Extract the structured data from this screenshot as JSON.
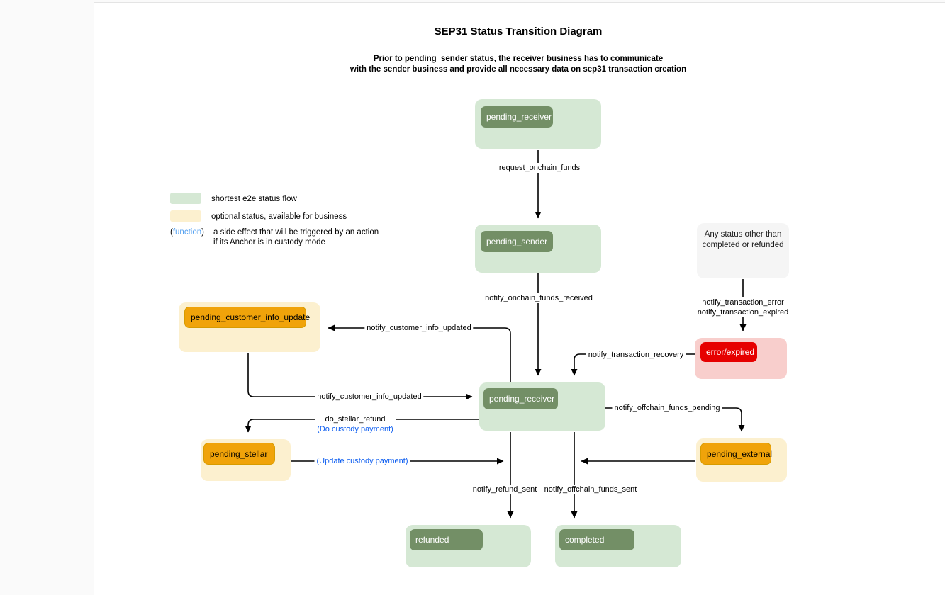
{
  "title": "SEP31 Status Transition Diagram",
  "subtitle": {
    "line1": "Prior to pending_sender status, the receiver business has to communicate",
    "line2": "with the sender business and provide all necessary data on sep31 transaction creation"
  },
  "legend": {
    "shortest_flow_label": "shortest e2e status flow",
    "optional_status_label": "optional status, available for business",
    "paren_open": "(",
    "function_word": "function",
    "paren_close": ")",
    "function_desc_line1": "a side effect that will be triggered by an action",
    "function_desc_line2": "if its Anchor is in custody mode"
  },
  "nodes": {
    "pending_receiver_top": {
      "label": "pending_receiver"
    },
    "pending_sender": {
      "label": "pending_sender"
    },
    "any_status_note": {
      "line1": "Any status other than",
      "line2": "completed or refunded"
    },
    "error_expired": {
      "label": "error/expired"
    },
    "pending_receiver_mid": {
      "label": "pending_receiver"
    },
    "pending_customer_info_update": {
      "label": "pending_customer_info_update"
    },
    "pending_stellar": {
      "label": "pending_stellar"
    },
    "pending_external": {
      "label": "pending_external"
    },
    "refunded": {
      "label": "refunded"
    },
    "completed": {
      "label": "completed"
    }
  },
  "edges": {
    "request_onchain_funds": "request_onchain_funds",
    "notify_onchain_funds_received": "notify_onchain_funds_received",
    "notify_transaction_error": "notify_transaction_error",
    "notify_transaction_expired": "notify_transaction_expired",
    "notify_transaction_recovery": "notify_transaction_recovery",
    "notify_customer_info_updated_upper": "notify_customer_info_updated",
    "notify_customer_info_updated_lower": "notify_customer_info_updated",
    "do_stellar_refund": "do_stellar_refund",
    "do_custody_payment": "(Do custody payment)",
    "update_custody_payment": "(Update custody payment)",
    "notify_refund_sent": "notify_refund_sent",
    "notify_offchain_funds_sent": "notify_offchain_funds_sent",
    "notify_offchain_funds_pending": "notify_offchain_funds_pending"
  },
  "colors": {
    "flow_node_bg": "#d5e8d4",
    "flow_label_bg": "#738f66",
    "optional_node_bg": "#fcf0cf",
    "optional_label_bg": "#f0a30a",
    "error_node_bg": "#f8cecc",
    "error_label_bg": "#e60000",
    "note_bg": "#f5f5f5",
    "function_link_blue": "#55a1f0",
    "custody_text_blue": "#0b5cf0",
    "edge_stroke": "#000000"
  }
}
